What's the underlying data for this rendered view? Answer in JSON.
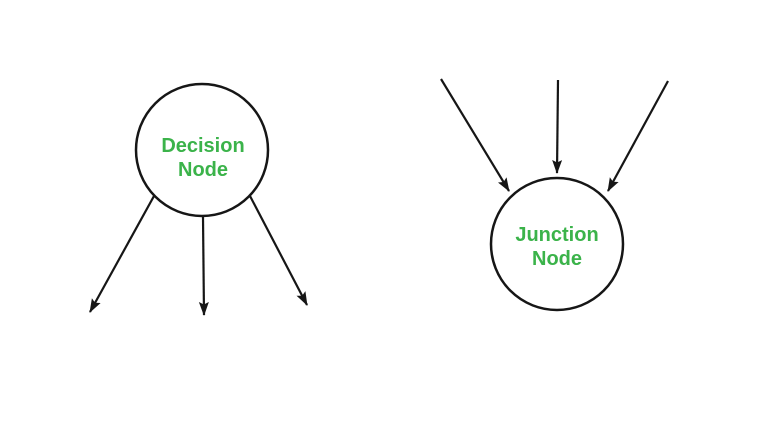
{
  "diagram": {
    "background_color": "#ffffff",
    "line_color": "#161616",
    "label_color": "#3bb34a",
    "nodes": [
      {
        "id": "decision-node",
        "label": "Decision Node",
        "label_lines": [
          "Decision",
          "Node"
        ],
        "arrow_direction": "outgoing",
        "arrow_count": 3
      },
      {
        "id": "junction-node",
        "label": "Junction Node",
        "label_lines": [
          "Junction",
          "Node"
        ],
        "arrow_direction": "incoming",
        "arrow_count": 3
      }
    ]
  }
}
